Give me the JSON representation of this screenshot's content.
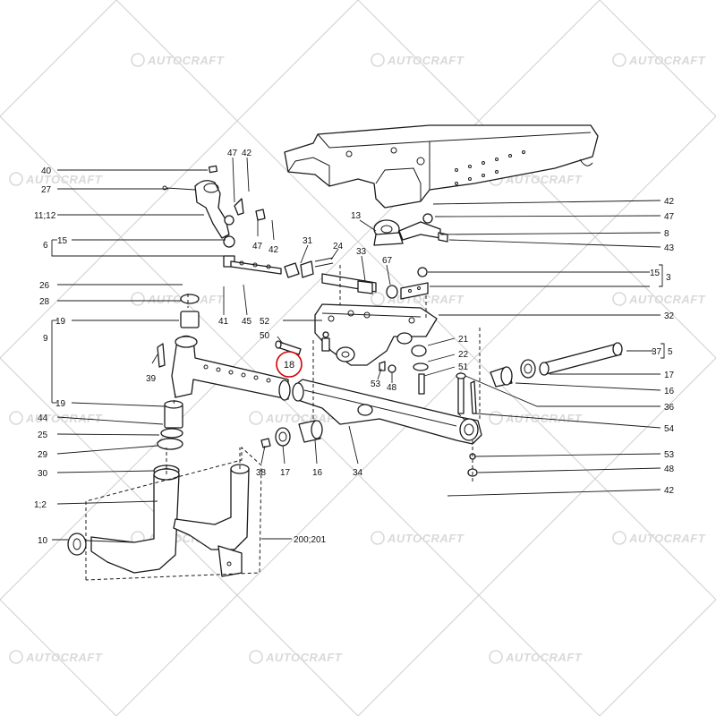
{
  "watermark": "AUTOCRAFT",
  "highlight_label": "18",
  "labels": [
    {
      "id": "40",
      "text": "40"
    },
    {
      "id": "27",
      "text": "27"
    },
    {
      "id": "11_12",
      "text": "11;12"
    },
    {
      "id": "6",
      "text": "6"
    },
    {
      "id": "15a",
      "text": "15"
    },
    {
      "id": "26",
      "text": "26"
    },
    {
      "id": "28",
      "text": "28"
    },
    {
      "id": "19a",
      "text": "19"
    },
    {
      "id": "9",
      "text": "9"
    },
    {
      "id": "39",
      "text": "39"
    },
    {
      "id": "19b",
      "text": "19"
    },
    {
      "id": "44",
      "text": "44"
    },
    {
      "id": "25",
      "text": "25"
    },
    {
      "id": "29",
      "text": "29"
    },
    {
      "id": "30",
      "text": "30"
    },
    {
      "id": "1_2",
      "text": "1;2"
    },
    {
      "id": "10",
      "text": "10"
    },
    {
      "id": "47a",
      "text": "47"
    },
    {
      "id": "42a",
      "text": "42"
    },
    {
      "id": "47b",
      "text": "47"
    },
    {
      "id": "42b",
      "text": "42"
    },
    {
      "id": "31",
      "text": "31"
    },
    {
      "id": "24",
      "text": "24"
    },
    {
      "id": "33",
      "text": "33"
    },
    {
      "id": "67",
      "text": "67"
    },
    {
      "id": "41",
      "text": "41"
    },
    {
      "id": "45",
      "text": "45"
    },
    {
      "id": "52",
      "text": "52"
    },
    {
      "id": "50",
      "text": "50"
    },
    {
      "id": "53a",
      "text": "53"
    },
    {
      "id": "48a",
      "text": "48"
    },
    {
      "id": "13",
      "text": "13"
    },
    {
      "id": "42c",
      "text": "42"
    },
    {
      "id": "47c",
      "text": "47"
    },
    {
      "id": "8",
      "text": "8"
    },
    {
      "id": "43",
      "text": "43"
    },
    {
      "id": "15b",
      "text": "15"
    },
    {
      "id": "3",
      "text": "3"
    },
    {
      "id": "32",
      "text": "32"
    },
    {
      "id": "21",
      "text": "21"
    },
    {
      "id": "22",
      "text": "22"
    },
    {
      "id": "51",
      "text": "51"
    },
    {
      "id": "37",
      "text": "37"
    },
    {
      "id": "5",
      "text": "5"
    },
    {
      "id": "17a",
      "text": "17"
    },
    {
      "id": "16a",
      "text": "16"
    },
    {
      "id": "36",
      "text": "36"
    },
    {
      "id": "54",
      "text": "54"
    },
    {
      "id": "53b",
      "text": "53"
    },
    {
      "id": "48b",
      "text": "48"
    },
    {
      "id": "42d",
      "text": "42"
    },
    {
      "id": "38",
      "text": "38"
    },
    {
      "id": "17b",
      "text": "17"
    },
    {
      "id": "16b",
      "text": "16"
    },
    {
      "id": "34",
      "text": "34"
    },
    {
      "id": "200_201",
      "text": "200;201"
    }
  ]
}
